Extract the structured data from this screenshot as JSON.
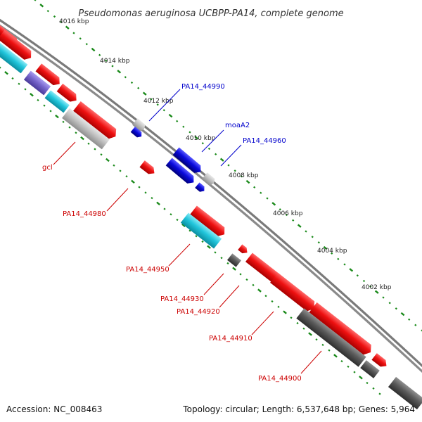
{
  "title": "Pseudomonas aeruginosa UCBPP-PA14, complete genome",
  "accession_text": "Accession: NC_008463",
  "topology_text": "Topology: circular; Length: 6,537,648 bp; Genes: 5,964",
  "ticks": [
    "4016 kbp",
    "4014 kbp",
    "4012 kbp",
    "4010 kbp",
    "4008 kbp",
    "4006 kbp",
    "4004 kbp",
    "4002 kbp"
  ],
  "gene_labels": {
    "plus_strand": [
      "PA14_44990",
      "moaA2",
      "PA14_44960"
    ],
    "minus_strand": [
      "gcl",
      "PA14_44980",
      "PA14_44950",
      "PA14_44930",
      "PA14_44920",
      "PA14_44910",
      "PA14_44900"
    ]
  },
  "colors": {
    "backbone": "#808080",
    "tick_marks": "#1a8a1a",
    "red_gene": "#ee1111",
    "blue_gene": "#0a0adc",
    "gray_gene": "#bdbdbd",
    "dark_gray_gene": "#5a5a5a",
    "cyan_gene": "#22c6dc",
    "purple_gene": "#7766cc",
    "label_blue": "#0000cc",
    "label_red": "#cc0000"
  }
}
